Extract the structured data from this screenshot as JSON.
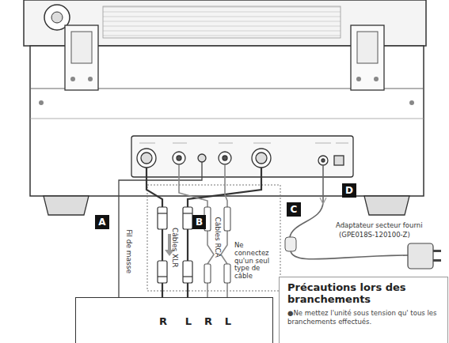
{
  "diagram": {
    "nodes": [
      {
        "text": [
          "R",
          "L",
          "R",
          "L"
        ]
      },
      {
        "text": [
          "Précautions lors des branchements",
          "●Ne mettez l'unité sous tension qu' tous les branchements effectués."
        ]
      },
      {
        "text": [
          "A"
        ]
      },
      {
        "text": [
          "B"
        ]
      },
      {
        "text": [
          "C"
        ]
      },
      {
        "text": [
          "D"
        ]
      }
    ],
    "labels": [
      "Fil de masse",
      "Câbles XLR",
      "Câbles RCA",
      "Ne connectez qu'un seul type de câble",
      "Adaptateur secteur fourni",
      "(GPE018S-120100-Z)"
    ]
  }
}
